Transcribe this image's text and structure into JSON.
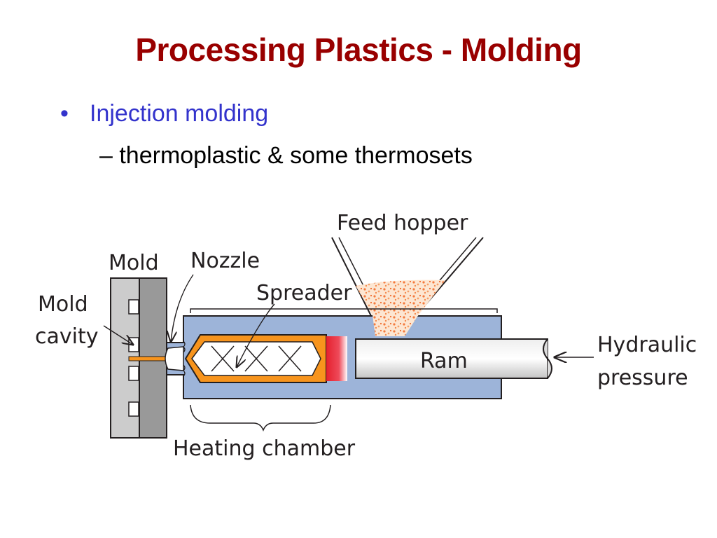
{
  "slide": {
    "title": "Processing Plastics - Molding",
    "bullet": "Injection molding",
    "sub_bullet": "– thermoplastic & some thermosets"
  },
  "diagram": {
    "labels": {
      "feed_hopper": "Feed hopper",
      "mold": "Mold",
      "nozzle": "Nozzle",
      "spreader": "Spreader",
      "mold_cavity_1": "Mold",
      "mold_cavity_2": "cavity",
      "hydraulic_1": "Hydraulic",
      "hydraulic_2": "pressure",
      "ram": "Ram",
      "heating_chamber": "Heating chamber"
    }
  },
  "colors": {
    "title": "#990000",
    "bullet": "#3333cc",
    "chamber": "#9db4d9",
    "melt": "#f7941d",
    "mold_light": "#cccccc",
    "mold_dark": "#999999",
    "hot_zone": "#e5202e"
  }
}
